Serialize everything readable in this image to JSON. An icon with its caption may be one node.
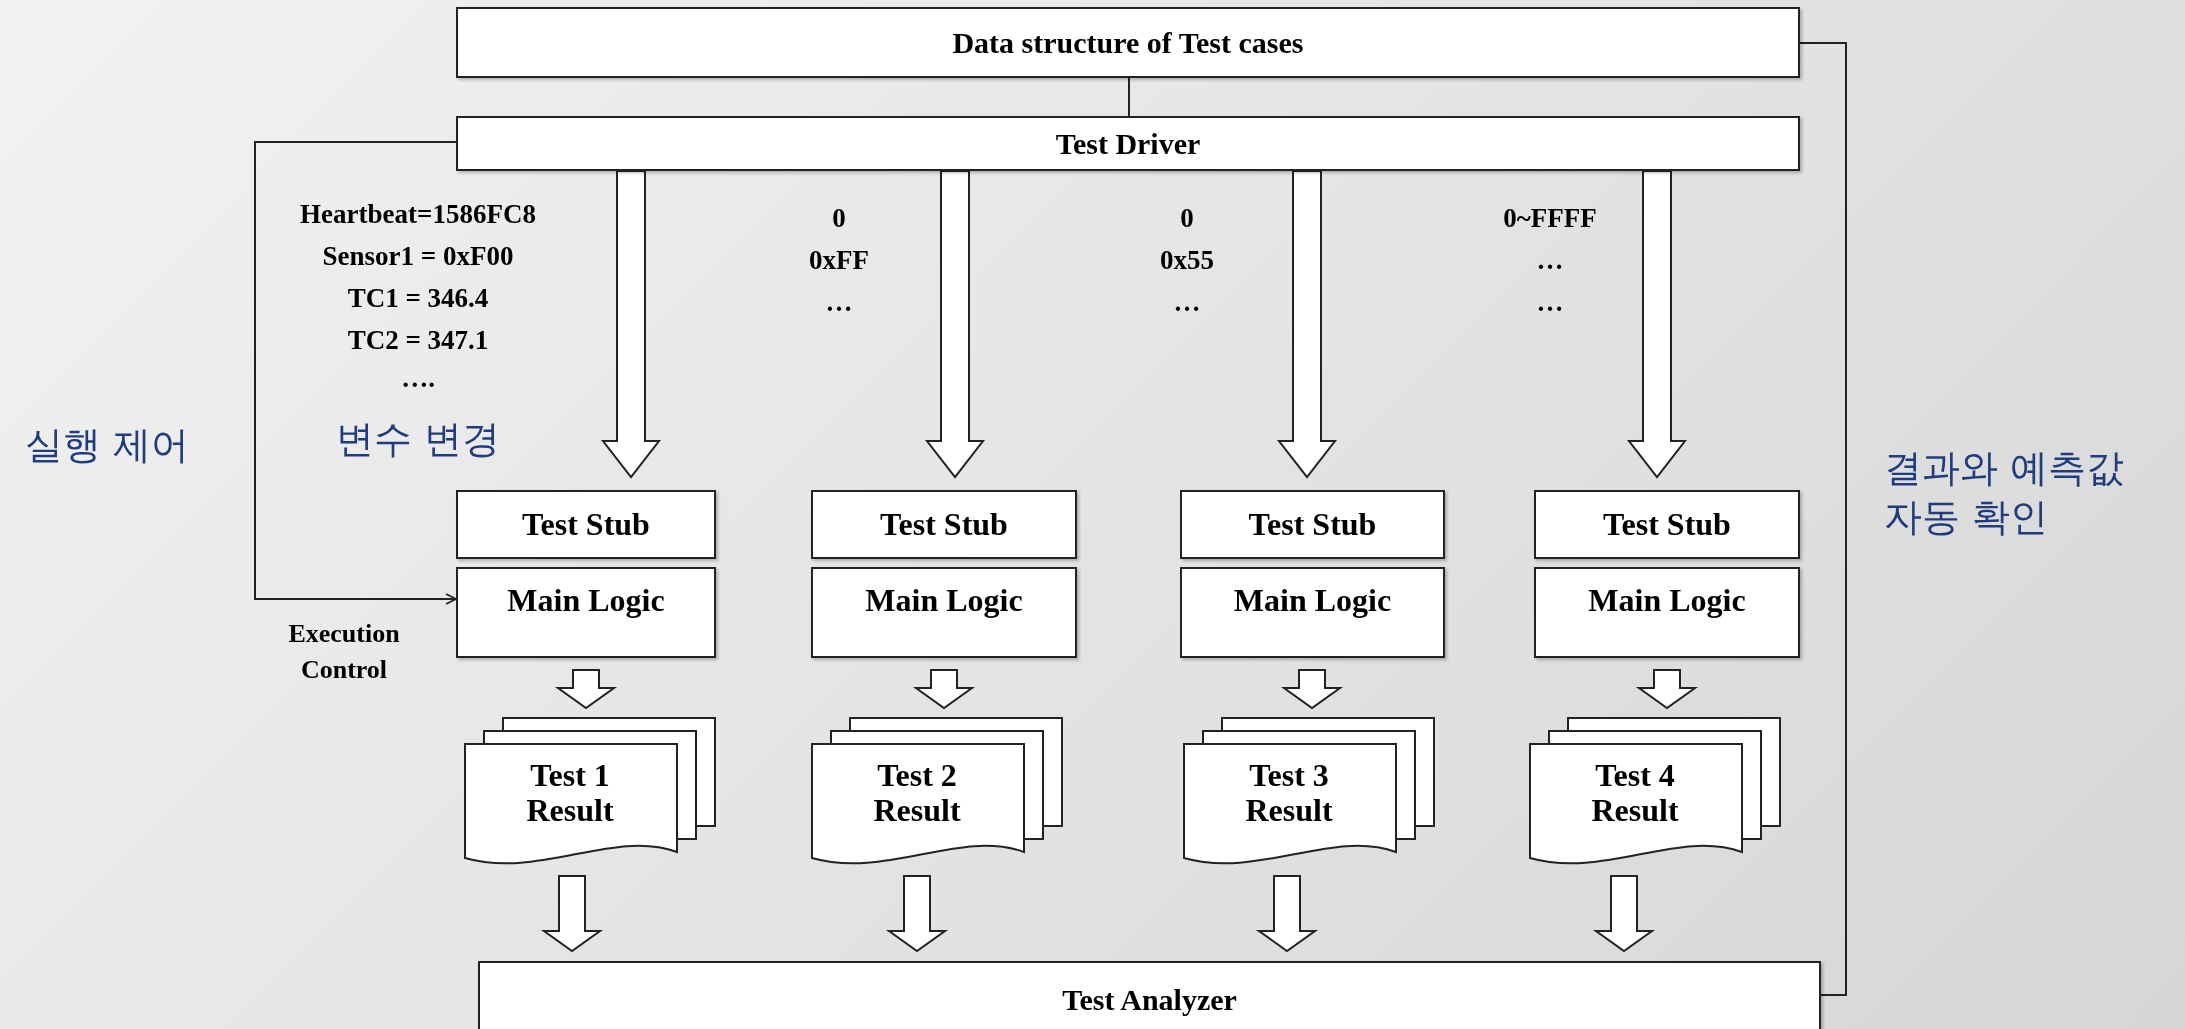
{
  "diagram": {
    "nodes": [
      {
        "text": [
          "Data structure of Test cases"
        ]
      },
      {
        "text": [
          "Test Driver"
        ]
      },
      {
        "text": [
          "Test Stub"
        ]
      },
      {
        "text": [
          "Test Stub"
        ]
      },
      {
        "text": [
          "Test Stub"
        ]
      },
      {
        "text": [
          "Test Stub"
        ]
      },
      {
        "text": [
          "Main Logic"
        ]
      },
      {
        "text": [
          "Main Logic"
        ]
      },
      {
        "text": [
          "Main Logic"
        ]
      },
      {
        "text": [
          "Main Logic"
        ]
      },
      {
        "text": [
          "Test 1 Result"
        ]
      },
      {
        "text": [
          "Test 2 Result"
        ]
      },
      {
        "text": [
          "Test 3 Result"
        ]
      },
      {
        "text": [
          "Test 4 Result"
        ]
      },
      {
        "text": [
          "Test Analyzer"
        ]
      }
    ],
    "edges": [
      {
        "from": 0,
        "to": 1,
        "arrow": "none"
      },
      {
        "from": 1,
        "to": 6,
        "arrow": "to"
      },
      {
        "from": 1,
        "to": 2,
        "arrow": "to",
        "style": "thick"
      },
      {
        "from": 1,
        "to": 3,
        "arrow": "to",
        "style": "thick"
      },
      {
        "from": 1,
        "to": 4,
        "arrow": "to",
        "style": "thick"
      },
      {
        "from": 1,
        "to": 5,
        "arrow": "to",
        "style": "thick"
      },
      {
        "from": 6,
        "to": 10,
        "arrow": "to",
        "style": "thick"
      },
      {
        "from": 7,
        "to": 11,
        "arrow": "to",
        "style": "thick"
      },
      {
        "from": 8,
        "to": 12,
        "arrow": "to",
        "style": "thick"
      },
      {
        "from": 9,
        "to": 13,
        "arrow": "to",
        "style": "thick"
      },
      {
        "from": 10,
        "to": 14,
        "arrow": "to",
        "style": "thick"
      },
      {
        "from": 11,
        "to": 14,
        "arrow": "to",
        "style": "thick"
      },
      {
        "from": 12,
        "to": 14,
        "arrow": "to",
        "style": "thick"
      },
      {
        "from": 13,
        "to": 14,
        "arrow": "to",
        "style": "thick"
      },
      {
        "from": 0,
        "to": 14,
        "arrow": "none"
      }
    ],
    "labels": [
      "Heartbeat=1586FC8",
      "Sensor1 = 0xF00",
      "TC1 = 346.4",
      "TC2 = 347.1",
      "….",
      "0",
      "0xFF",
      "…",
      "0",
      "0x55",
      "…",
      "0~FFFF",
      "…",
      "…",
      "실행 제어",
      "변수 변경",
      "결과와 예측값 자동 확인",
      "Execution Control"
    ]
  }
}
